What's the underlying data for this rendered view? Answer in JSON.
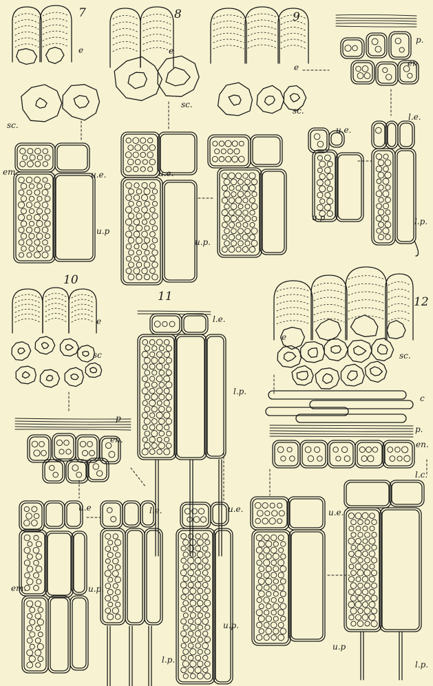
{
  "plate": {
    "background_color": "#f7f3d2",
    "ink_color": "#1a1a1a"
  },
  "figures": [
    {
      "number": "7",
      "labels": {
        "e": "e",
        "sc": "sc.",
        "em": "em.",
        "ue": "u.e.",
        "up": "u.p"
      }
    },
    {
      "number": "8",
      "labels": {
        "e": "e",
        "sc": "sc.",
        "ue": "u.e.",
        "up": "u.p."
      }
    },
    {
      "number": "9",
      "labels": {
        "e": "e",
        "sc": "sc.",
        "ue": "u.e.",
        "up": "u.p",
        "p": "p.",
        "en": "en",
        "le": "l.e.",
        "lp": "l.p."
      }
    },
    {
      "number": "10",
      "labels": {
        "e": "e",
        "sc": "sc",
        "p": "p",
        "en": "en.",
        "ue": "u.e",
        "em": "em.",
        "up": "u.p.",
        "le": "l.e.",
        "lp": "l.p."
      }
    },
    {
      "number": "11",
      "labels": {
        "le": "l.e.",
        "lp": "l.p.",
        "ue": "u.e.",
        "up": "u.p."
      }
    },
    {
      "number": "12",
      "labels": {
        "e": "e",
        "sc": "sc.",
        "c": "c",
        "p": "p.",
        "en": "en.",
        "ue": "u.e.",
        "up": "u.p",
        "le": "l.c.",
        "lp": "l.p."
      }
    }
  ]
}
